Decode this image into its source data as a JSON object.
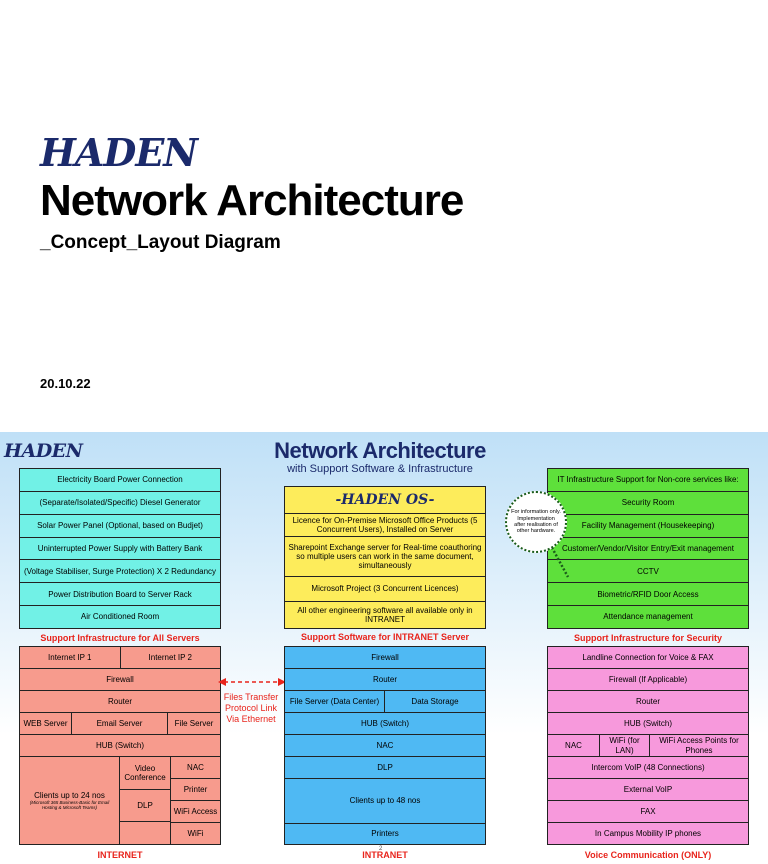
{
  "cover": {
    "logo": "HADEN",
    "title": "Network Architecture",
    "subtitle": "_Concept_Layout Diagram",
    "date": "20.10.22"
  },
  "slide": {
    "logo": "HADEN",
    "title": "Network Architecture",
    "subtitle": "with Support Software & Infrastructure",
    "power": [
      "Electricity Board Power Connection",
      "(Separate/Isolated/Specific) Diesel Generator",
      "Solar Power Panel (Optional, based on Budjet)",
      "Uninterrupted Power Supply with Battery Bank",
      "(Voltage Stabiliser, Surge Protection) X 2 Redundancy",
      "Power Distribution Board to Server Rack",
      "Air Conditioned Room"
    ],
    "power_label": "Support Infrastructure for All Servers",
    "os_title": "-HADEN OS-",
    "software": [
      "Licence for On-Premise Microsoft Office Products (5 Concurrent Users), Installed on Server",
      "Sharepoint Exchange server for Real-time coauthoring so multiple users can work in the same document, simultaneously",
      "Microsoft Project (3 Concurrent Licences)",
      "All other engineering software all available only in INTRANET"
    ],
    "software_label": "Support Software for INTRANET Server",
    "security": [
      "IT Infrastructure Support for Non-core services like:",
      "Security Room",
      "Facility Management (Housekeeping)",
      "Customer/Vendor/Visitor Entry/Exit management",
      "CCTV",
      "Biometric/RFID Door Access",
      "Attendance management"
    ],
    "security_label": "Support Infrastructure for Security",
    "note": "For information only. Implementation after realisation of other hardware.",
    "internet": {
      "ip1": "Internet IP 1",
      "ip2": "Internet IP 2",
      "firewall": "Firewall",
      "router": "Router",
      "web": "WEB Server",
      "email": "Email Server",
      "file": "File Server",
      "hub": "HUB (Switch)",
      "clients": "Clients up to 24 nos",
      "clients_note": "(Microsoft 365 Business-Basic for Email Hosting & Microsoft Teams)",
      "video": "Video Conference",
      "dlp": "DLP",
      "nac": "NAC",
      "printer": "Printer",
      "wifi_access": "WiFi Access",
      "wifi": "WiFi",
      "label": "INTERNET"
    },
    "ftp": "Files Transfer Protocol Link Via Ethernet",
    "intranet": {
      "firewall": "Firewall",
      "router": "Router",
      "file_server": "File Server (Data Center)",
      "storage": "Data Storage",
      "hub": "HUB (Switch)",
      "nac": "NAC",
      "dlp": "DLP",
      "clients": "Clients up to 48 nos",
      "printers": "Printers",
      "label": "INTRANET"
    },
    "voice": {
      "landline": "Landline Connection for Voice & FAX",
      "firewall": "Firewall (If Applicable)",
      "router": "Router",
      "hub": "HUB (Switch)",
      "nac": "NAC",
      "wifi": "WiFi (for LAN)",
      "wifi_ap": "WiFi Access Points for Phones",
      "intercom": "Intercom VoIP (48 Connections)",
      "external": "External VoIP",
      "fax": "FAX",
      "mobility": "In Campus Mobility IP phones",
      "label": "Voice Communication (ONLY)"
    },
    "page_no": "2"
  },
  "colors": {
    "navy": "#1b2a6b",
    "red": "#e8241c",
    "cyan": "#71f1e6",
    "yellow": "#fdec5b",
    "green": "#5ee03b",
    "salmon": "#f79b8d",
    "blue": "#4fb9f3",
    "pink": "#f799dc"
  }
}
